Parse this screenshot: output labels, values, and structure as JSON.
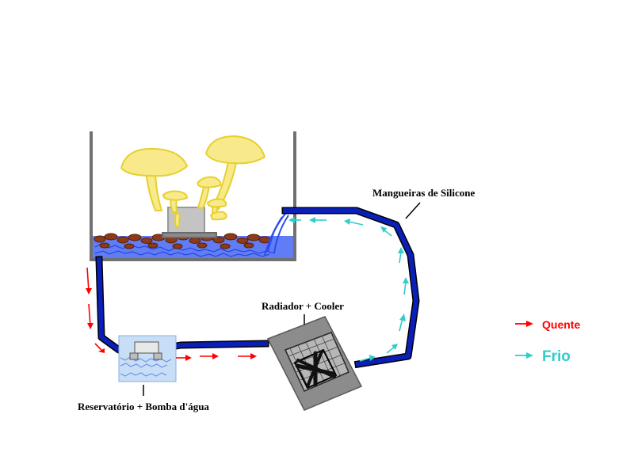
{
  "labels": {
    "hoses": "Mangueiras de Silicone",
    "radiator": "Radiador + Cooler",
    "reservoir": "Reservatório + Bomba d'água"
  },
  "legend": {
    "hot": {
      "text": "Quente",
      "color": "#ff0000"
    },
    "cold": {
      "text": "Frio",
      "color": "#33cccc"
    }
  },
  "colors": {
    "hose": "#0a1fb8",
    "hose_outline": "#000000",
    "mushroom": "#f8e98a",
    "mushroom_outline": "#e6d030",
    "soil": "#8b3a1a",
    "water": "#2a4cf0",
    "tank_wall": "#707070",
    "radiator_body": "#8c8c8c"
  },
  "icons": {
    "fan": "fan-x-icon",
    "flow_hot": "red-arrow-icon",
    "flow_cold": "cyan-arrow-icon"
  }
}
